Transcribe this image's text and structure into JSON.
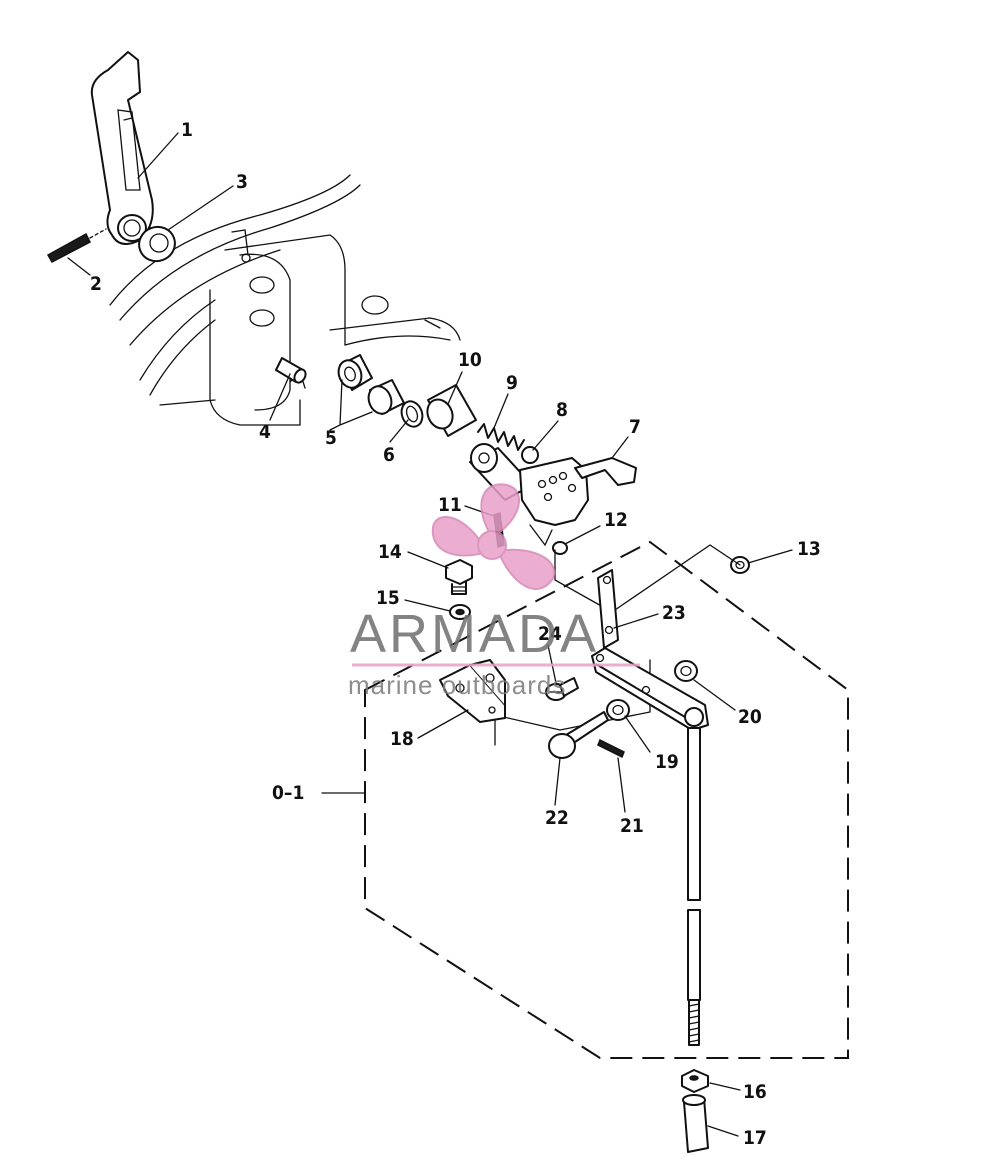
{
  "diagram": {
    "callouts": [
      "1",
      "2",
      "3",
      "4",
      "5",
      "6",
      "7",
      "8",
      "9",
      "10",
      "11",
      "12",
      "13",
      "14",
      "15",
      "16",
      "17",
      "18",
      "19",
      "20",
      "21",
      "22",
      "23",
      "24",
      "0–1"
    ]
  },
  "watermark": {
    "brand": "ARMADA",
    "tagline": "marine outboards",
    "logo_icon": "propeller-icon",
    "logo_color": "#e8a0c8"
  }
}
